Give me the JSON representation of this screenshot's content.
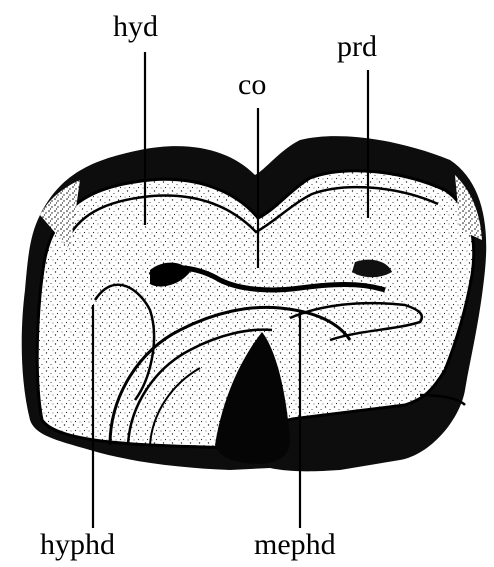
{
  "labels": {
    "hyd": "hyd",
    "co": "co",
    "prd": "prd",
    "hyphd": "hyphd",
    "mephd": "mephd"
  },
  "colors": {
    "ink": "#000000",
    "stipple": "#1a1a1a",
    "paper": "#ffffff"
  }
}
